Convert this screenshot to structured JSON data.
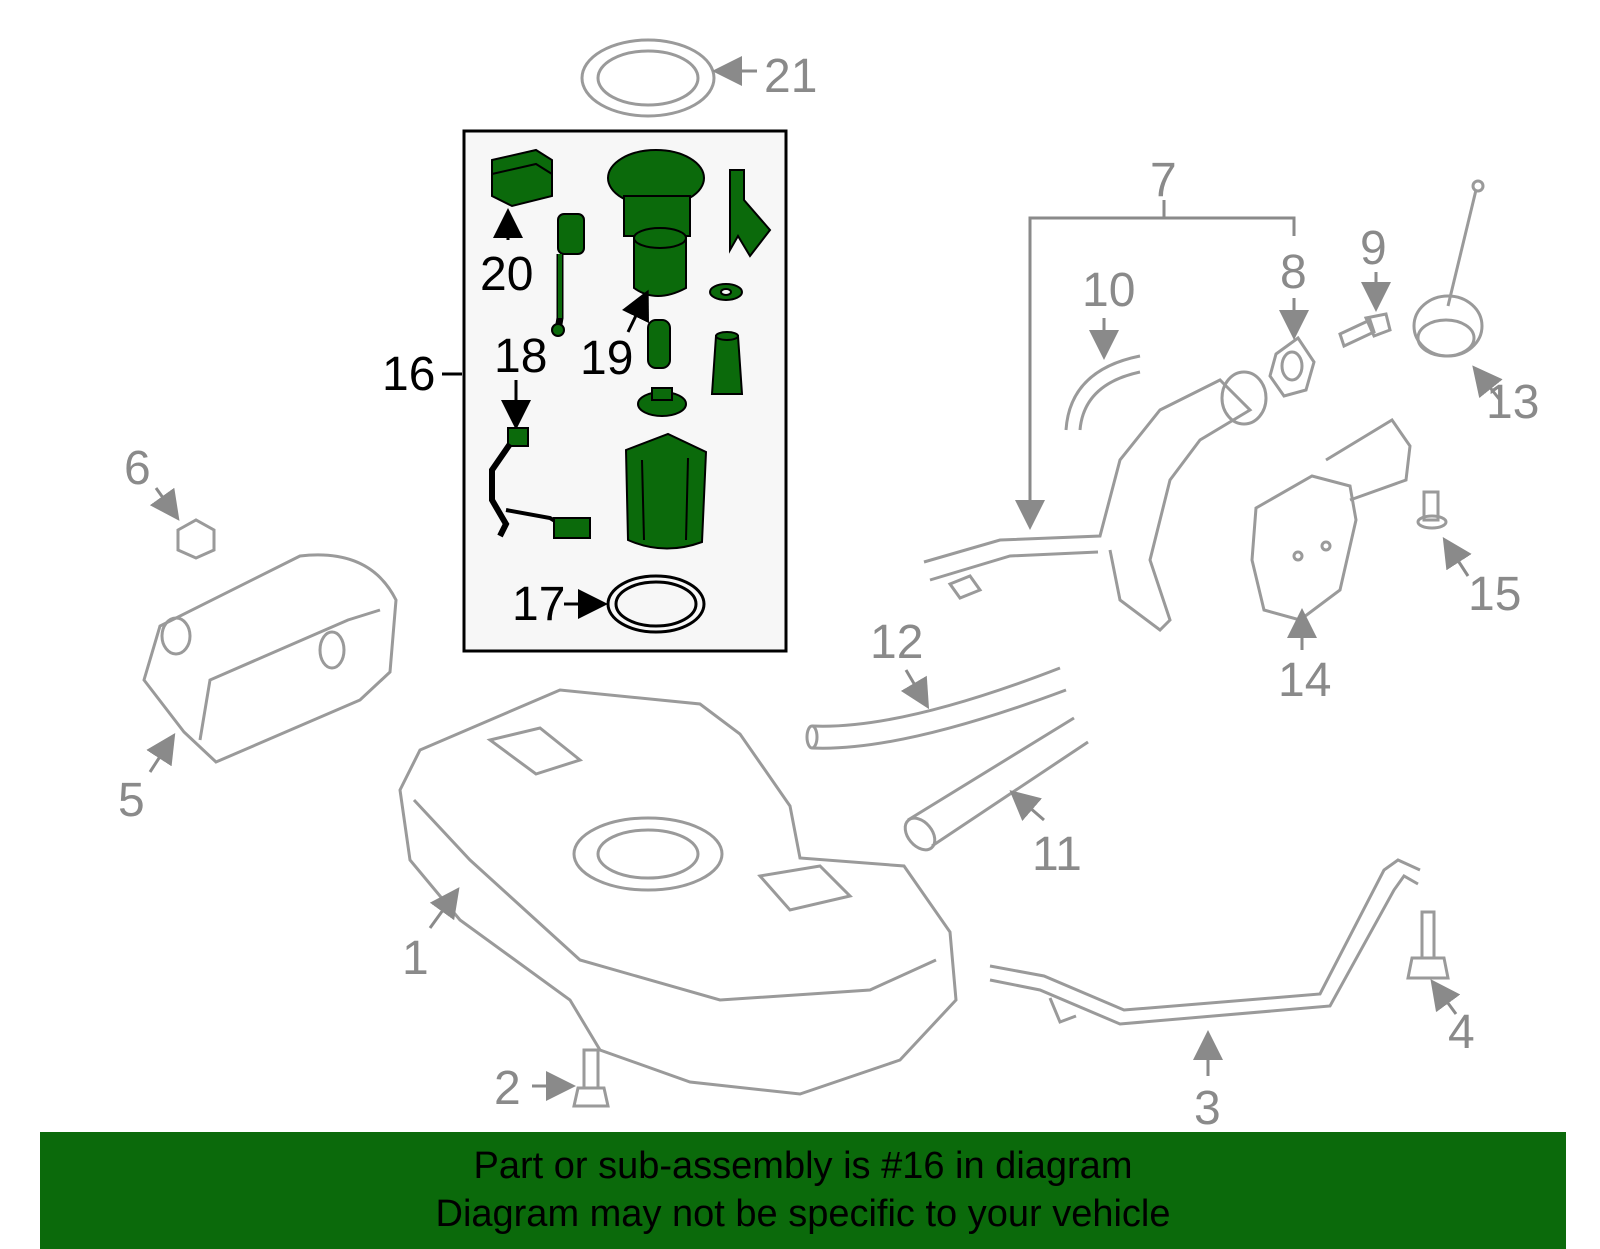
{
  "callouts": {
    "c1": "1",
    "c2": "2",
    "c3": "3",
    "c4": "4",
    "c5": "5",
    "c6": "6",
    "c7": "7",
    "c8": "8",
    "c9": "9",
    "c10": "10",
    "c11": "11",
    "c12": "12",
    "c13": "13",
    "c14": "14",
    "c15": "15",
    "c16": "16",
    "c17": "17",
    "c18": "18",
    "c19": "19",
    "c20": "20",
    "c21": "21"
  },
  "highlighted_part": "16",
  "colors": {
    "highlight": "#0b6a0b",
    "outline": "#9a9a9a",
    "text_gray": "#8a8a8a"
  },
  "banner": {
    "line1": "Part or sub-assembly is #16 in diagram",
    "line2": "Diagram may not be specific to your vehicle"
  }
}
